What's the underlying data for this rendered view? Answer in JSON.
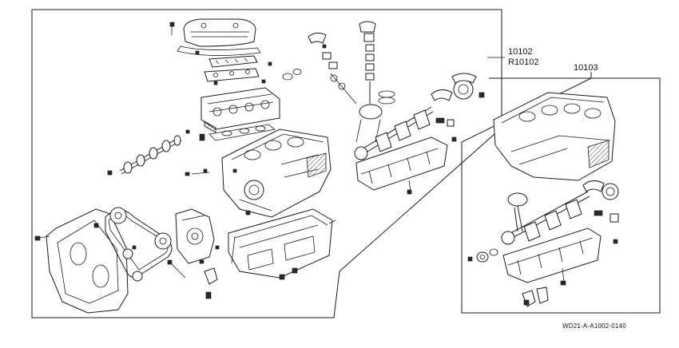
{
  "parts": {
    "engine_assembly_partial": {
      "code": "10102",
      "alt_code": "R10102"
    },
    "short_block": {
      "code": "10103"
    }
  },
  "footer": {
    "diagram_id": "WD21-A-A1002-0140"
  }
}
